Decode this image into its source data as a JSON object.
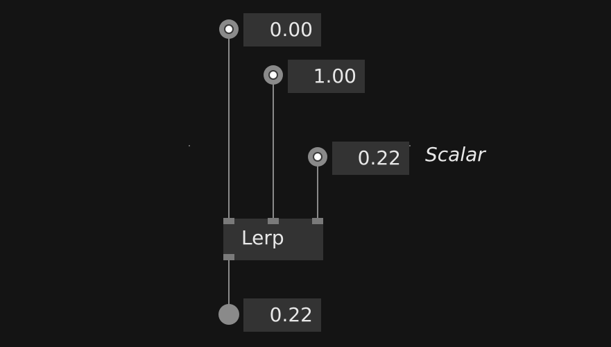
{
  "graph": {
    "inputs": [
      {
        "value": "0.00"
      },
      {
        "value": "1.00"
      },
      {
        "value": "0.22"
      }
    ],
    "node": {
      "title": "Lerp"
    },
    "output": {
      "value": "0.22"
    },
    "annotation": "Scalar"
  },
  "colors": {
    "background": "#141414",
    "box": "#333333",
    "wire": "#8a8a8a",
    "text": "#e8e8e8",
    "pin_center": "#ffffff"
  }
}
